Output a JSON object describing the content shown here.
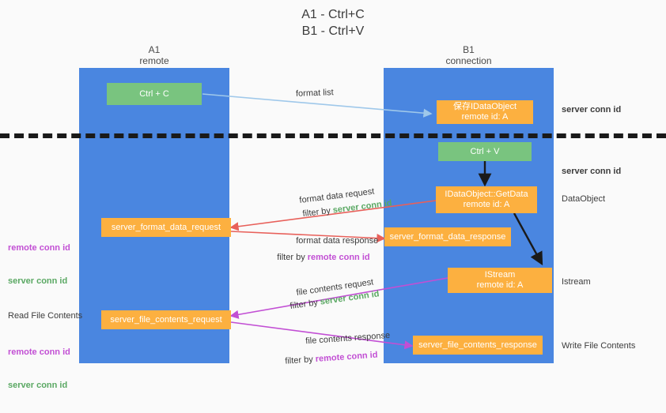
{
  "page": {
    "title": "A1 - Ctrl+C\nB1 - Ctrl+V",
    "background": "#fafafa"
  },
  "colors": {
    "column": "#4a86e0",
    "green_node": "#79c47f",
    "orange_node": "#fcb040",
    "server_conn_id": "#5aa863",
    "remote_conn_id": "#c24fd4",
    "arrow_format_list": "#9fc8ea",
    "arrow_format_data": "#e8605a",
    "arrow_file_contents": "#c24fd4",
    "arrow_internal": "#1a1a1a",
    "divider": "#1a1a1a"
  },
  "columns": {
    "a": {
      "name": "A1",
      "role": "remote",
      "header": "A1\nremote"
    },
    "b": {
      "name": "B1",
      "role": "connection",
      "header": "B1\nconnection"
    }
  },
  "nodes": {
    "ctrl_c": "Ctrl + C",
    "ctrl_v": "Ctrl + V",
    "save_idataobject": "保存IDataObject\nremote id: A",
    "getdata": "IDataObject::GetData\nremote id: A",
    "istream": "IStream\nremote id: A",
    "server_format_data_request": "server_format_data_request",
    "server_format_data_response": "server_format_data_response",
    "server_file_contents_request": "server_file_contents_request",
    "server_file_contents_response": "server_file_contents_response"
  },
  "edge_labels": {
    "format_list": "format list",
    "format_data_request": "format data request",
    "format_data_request_filter_prefix": "filter by ",
    "format_data_request_filter_key": "server conn id",
    "format_data_response": "format data response",
    "format_data_response_filter_prefix": "filter by ",
    "format_data_response_filter_key": "remote conn id",
    "file_contents_request": "file contents request",
    "file_contents_request_filter_prefix": "filter by ",
    "file_contents_request_filter_key": "server conn id",
    "file_contents_response": "file contents response",
    "file_contents_response_filter_prefix": "filter by ",
    "file_contents_response_filter_key": "remote conn id"
  },
  "right_annotations": {
    "server_conn_id_top": "server conn id",
    "server_conn_id_mid": "server conn id",
    "data_object": "DataObject",
    "istream": "Istream",
    "write_file_contents": "Write File Contents"
  },
  "left_annotations": {
    "conn_ids_upper": {
      "remote": "remote conn id",
      "server": "server conn id"
    },
    "read_file_contents": "Read File Contents",
    "conn_ids_lower": {
      "remote": "remote conn id",
      "server": "server conn id"
    }
  }
}
